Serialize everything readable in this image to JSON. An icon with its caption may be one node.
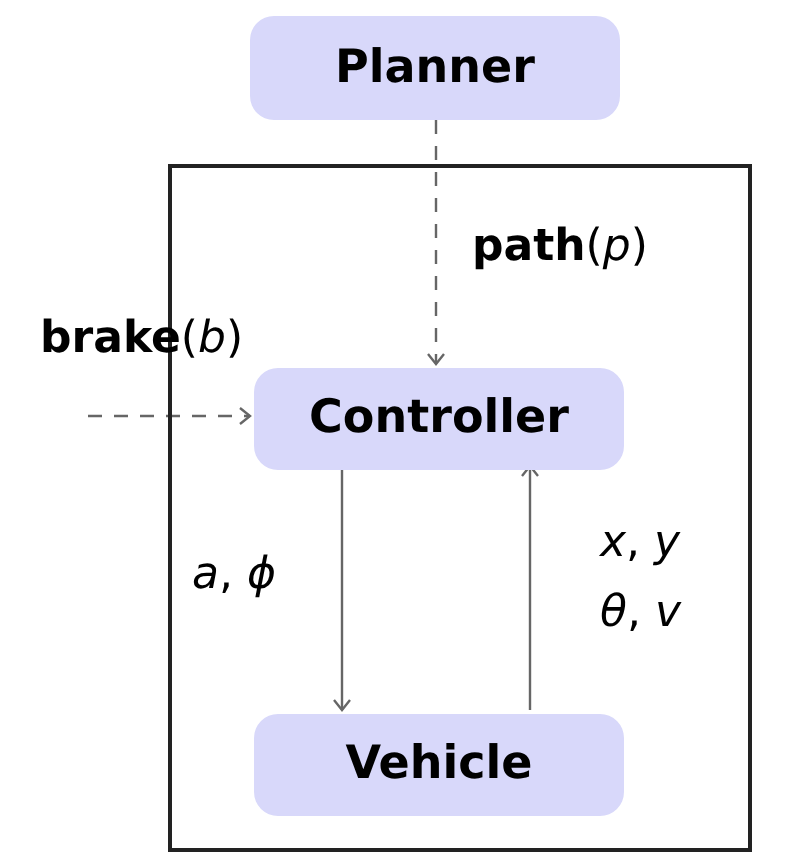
{
  "diagram": {
    "nodes": [
      {
        "text": [
          "Planner"
        ]
      },
      {
        "text": [],
        "shape": "box"
      },
      {
        "text": [
          "Controller"
        ],
        "in": 1
      },
      {
        "text": [
          "Vehicle"
        ],
        "in": 1
      }
    ],
    "edges": [
      {
        "from": 0,
        "to": 2,
        "arrow": "to",
        "style": "dashed",
        "label": "**path**(*p*)"
      },
      {
        "from": null,
        "to": 2,
        "arrow": "to",
        "style": "dashed",
        "label": "**brake**(*b*)"
      },
      {
        "from": 2,
        "to": 3,
        "arrow": "to",
        "label": "*a*, *ϕ*"
      },
      {
        "from": 3,
        "to": 2,
        "arrow": "to",
        "label": "*x*, *y* *θ*, *v*"
      }
    ]
  }
}
